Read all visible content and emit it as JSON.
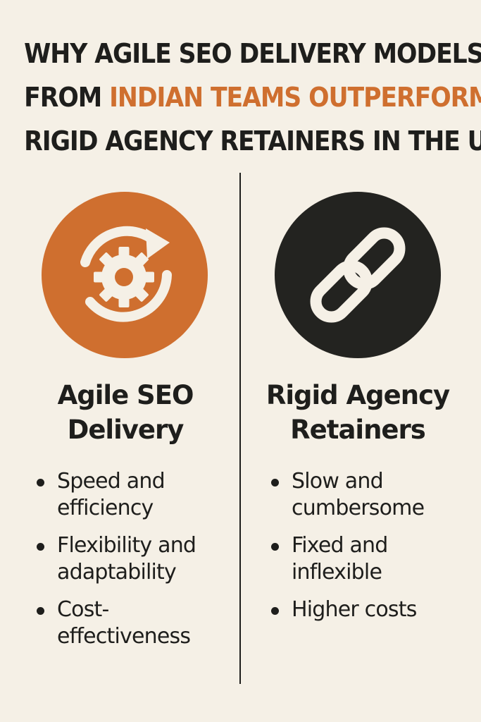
{
  "headline": {
    "line1": "WHY AGILE SEO DELIVERY MODELS",
    "line2_prefix": "FROM ",
    "line2_accent": "INDIAN TEAMS OUTPERFORM",
    "line3": "RIGID AGENCY RETAINERS IN THE US",
    "accent_color": "#cf6f2f"
  },
  "left": {
    "icon": "agile-gear-cycle-icon",
    "circle_color": "#cf6f2f",
    "title_line1": "Agile SEO",
    "title_line2": "Delivery",
    "bullets": [
      "Speed and efficiency",
      "Flexibility and adaptability",
      "Cost-effectiveness"
    ]
  },
  "right": {
    "icon": "chain-link-icon",
    "circle_color": "#232320",
    "title_line1": "Rigid Agency",
    "title_line2": "Retainers",
    "bullets": [
      "Slow and cumbersome",
      "Fixed and inflexible",
      "Higher costs"
    ]
  },
  "colors": {
    "background": "#f5f0e6",
    "text": "#1e1e1c",
    "icon_stroke": "#f5f0e6"
  }
}
